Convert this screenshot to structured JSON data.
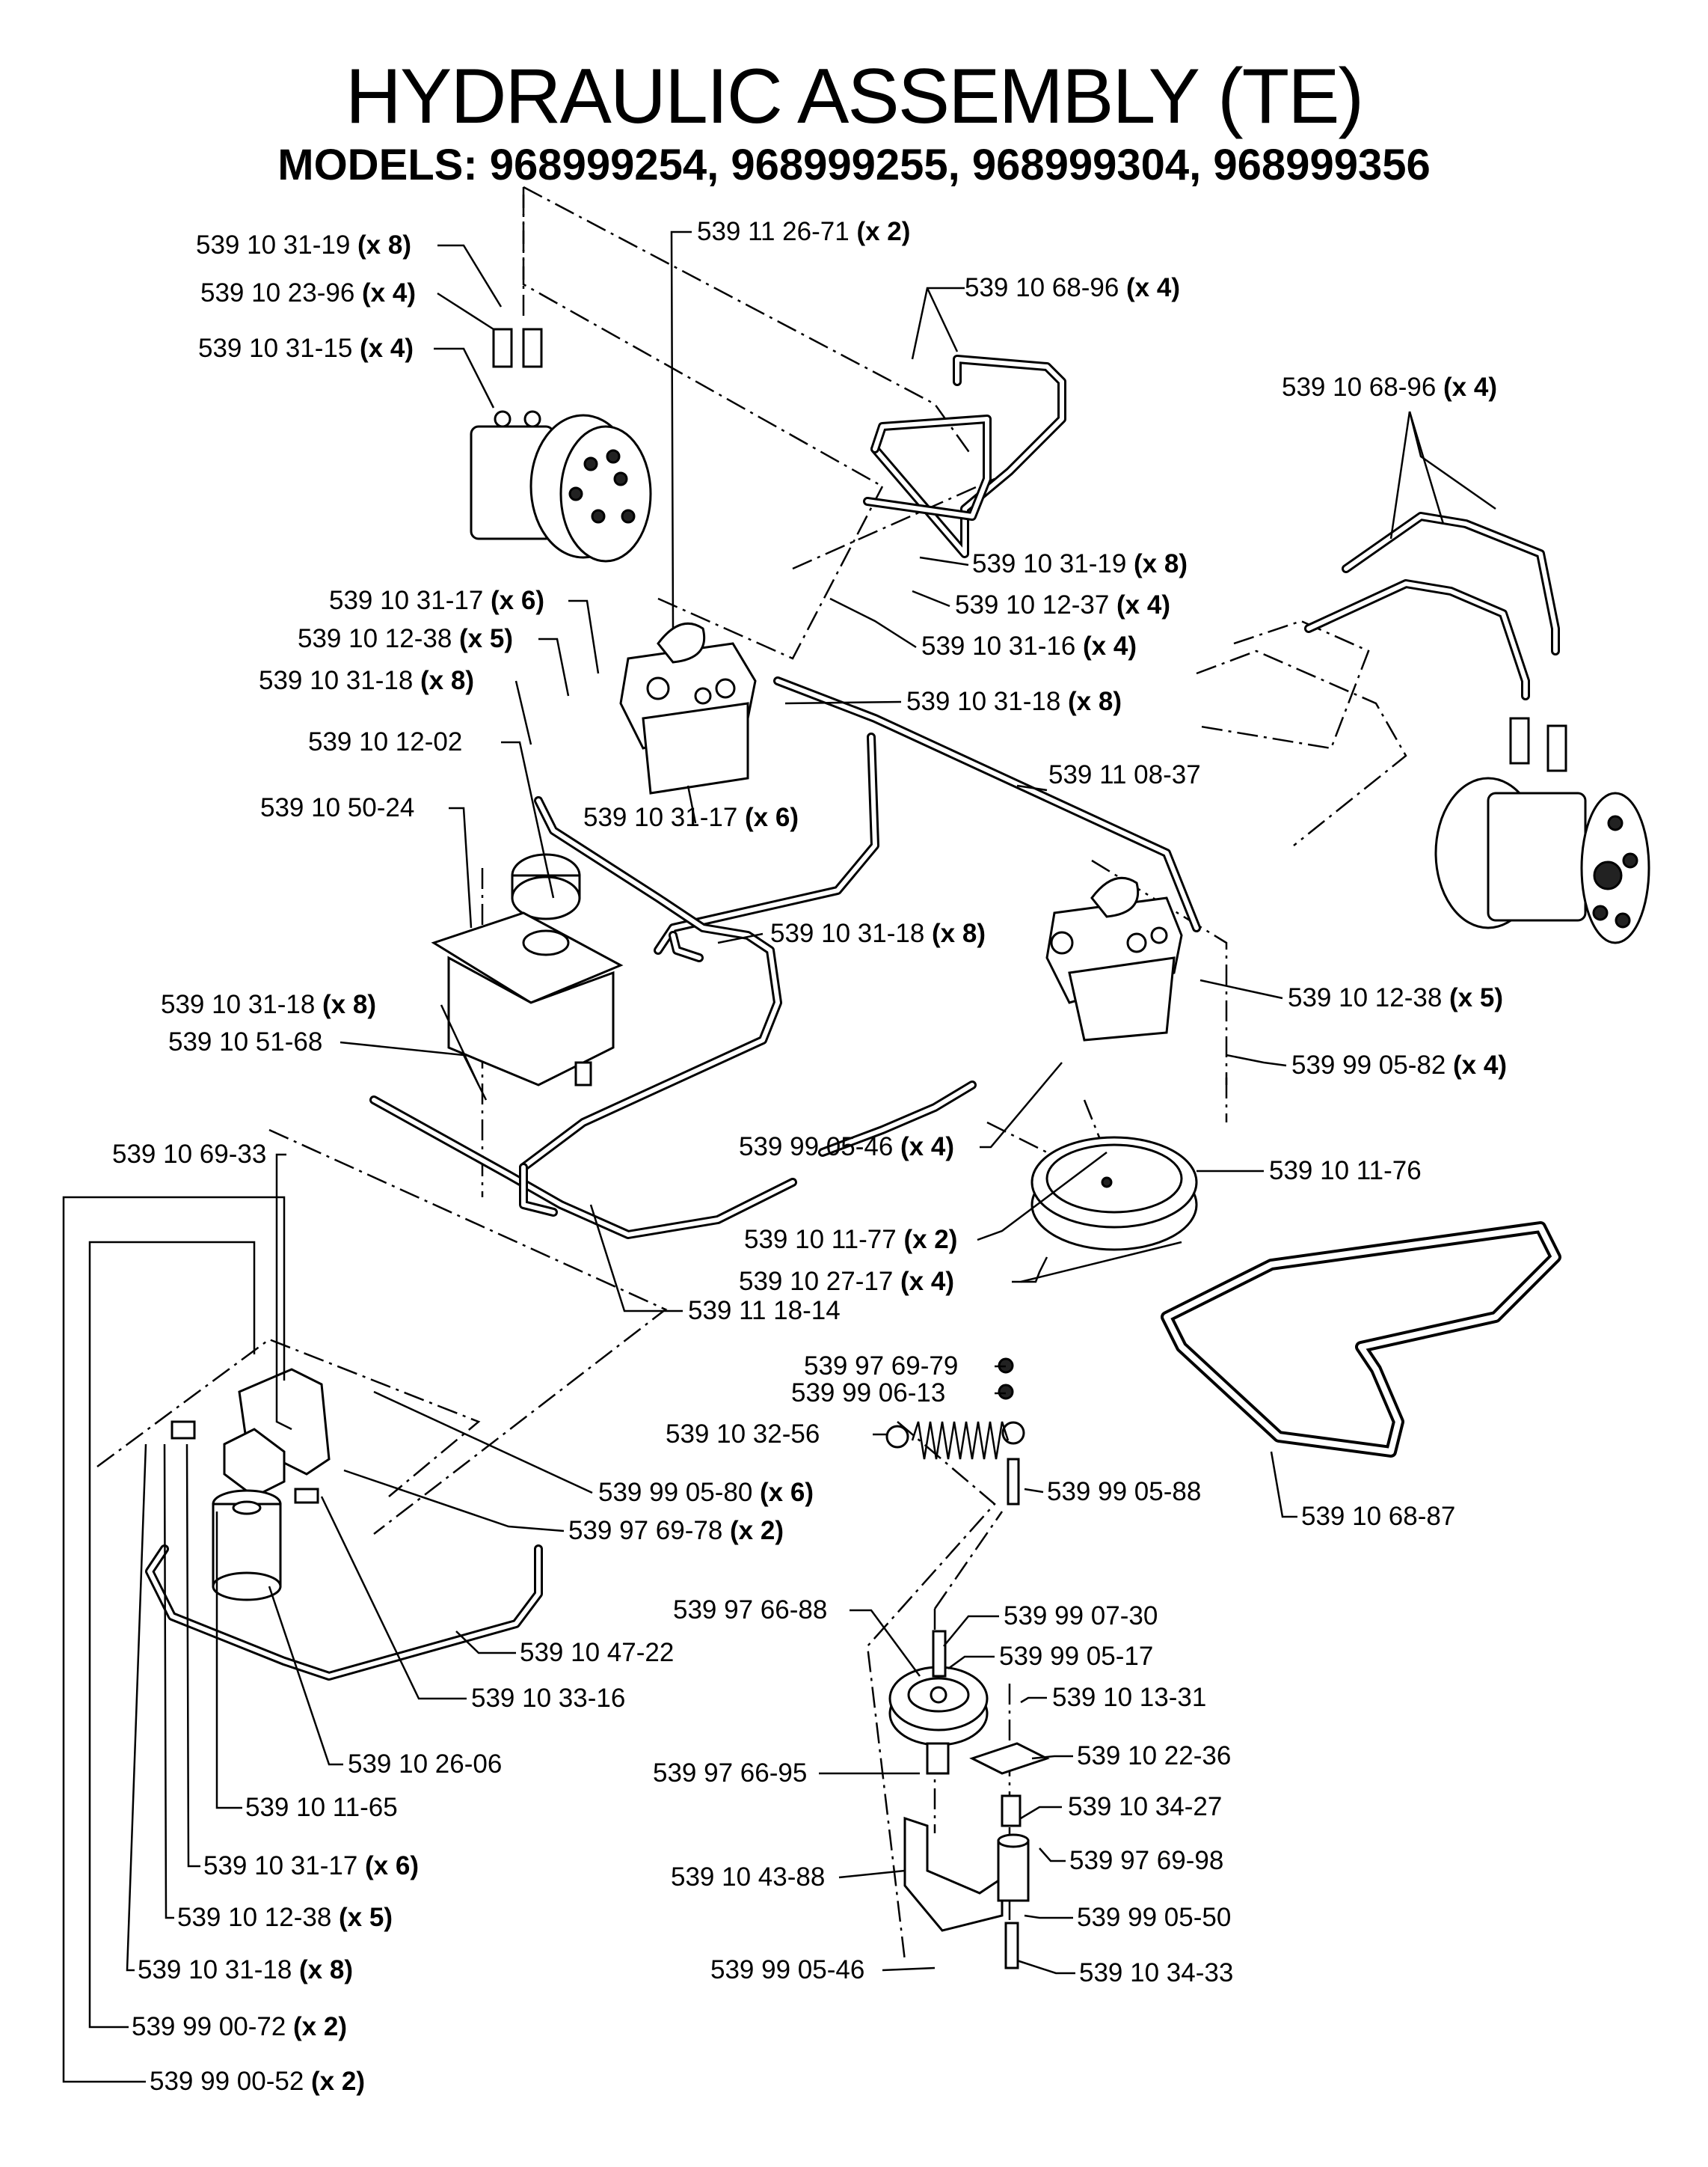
{
  "title": "HYDRAULIC ASSEMBLY (TE)",
  "subtitle": "MODELS: 968999254, 968999255, 968999304, 968999356",
  "labels": [
    {
      "id": "p1",
      "num": "539 10 31-19",
      "qty": "(x 8)"
    },
    {
      "id": "p2",
      "num": "539 10 23-96",
      "qty": "(x 4)"
    },
    {
      "id": "p3",
      "num": "539 10 31-15",
      "qty": "(x 4)"
    },
    {
      "id": "p4",
      "num": "539 11 26-71",
      "qty": "(x 2)"
    },
    {
      "id": "p5",
      "num": "539 10 68-96",
      "qty": "(x 4)"
    },
    {
      "id": "p6",
      "num": "539 10 68-96",
      "qty": "(x 4)"
    },
    {
      "id": "p7",
      "num": "539 10 31-19",
      "qty": "(x 8)"
    },
    {
      "id": "p8",
      "num": "539 10 12-37",
      "qty": "(x 4)"
    },
    {
      "id": "p9",
      "num": "539 10 31-17",
      "qty": "(x 6)"
    },
    {
      "id": "p10",
      "num": "539 10 31-16",
      "qty": "(x 4)"
    },
    {
      "id": "p11",
      "num": "539 10 12-38",
      "qty": "(x 5)"
    },
    {
      "id": "p12",
      "num": "539 10 31-18",
      "qty": "(x 8)"
    },
    {
      "id": "p13",
      "num": "539 10 31-18",
      "qty": "(x 8)"
    },
    {
      "id": "p14",
      "num": "539 10 12-02",
      "qty": ""
    },
    {
      "id": "p15",
      "num": "539 10 50-24",
      "qty": ""
    },
    {
      "id": "p16",
      "num": "539 10 31-17",
      "qty": "(x 6)"
    },
    {
      "id": "p17",
      "num": "539 11 08-37",
      "qty": ""
    },
    {
      "id": "p18",
      "num": "539 10 31-18",
      "qty": "(x 8)"
    },
    {
      "id": "p19",
      "num": "539 10 31-18",
      "qty": "(x 8)"
    },
    {
      "id": "p20",
      "num": "539 10 12-38",
      "qty": "(x 5)"
    },
    {
      "id": "p21",
      "num": "539 10 51-68",
      "qty": ""
    },
    {
      "id": "p22",
      "num": "539 99 05-82",
      "qty": "(x 4)"
    },
    {
      "id": "p23",
      "num": "539 99 05-46",
      "qty": "(x 4)"
    },
    {
      "id": "p24",
      "num": "539 10 69-33",
      "qty": ""
    },
    {
      "id": "p25",
      "num": "539 10 11-76",
      "qty": ""
    },
    {
      "id": "p26",
      "num": "539 10 11-77",
      "qty": "(x 2)"
    },
    {
      "id": "p27",
      "num": "539 10 27-17",
      "qty": "(x 4)"
    },
    {
      "id": "p28",
      "num": "539 11 18-14",
      "qty": ""
    },
    {
      "id": "p29",
      "num": "539 97 69-79",
      "qty": ""
    },
    {
      "id": "p30",
      "num": "539 99 06-13",
      "qty": ""
    },
    {
      "id": "p31",
      "num": "539 10 32-56",
      "qty": ""
    },
    {
      "id": "p32",
      "num": "539 99 05-88",
      "qty": ""
    },
    {
      "id": "p33",
      "num": "539 99 05-80",
      "qty": "(x 6)"
    },
    {
      "id": "p34",
      "num": "539 97 69-78",
      "qty": "(x 2)"
    },
    {
      "id": "p35",
      "num": "539 10 68-87",
      "qty": ""
    },
    {
      "id": "p36",
      "num": "539 97 66-88",
      "qty": ""
    },
    {
      "id": "p37",
      "num": "539 99 07-30",
      "qty": ""
    },
    {
      "id": "p38",
      "num": "539 99 05-17",
      "qty": ""
    },
    {
      "id": "p39",
      "num": "539 10 47-22",
      "qty": ""
    },
    {
      "id": "p40",
      "num": "539 10 13-31",
      "qty": ""
    },
    {
      "id": "p41",
      "num": "539 10 33-16",
      "qty": ""
    },
    {
      "id": "p42",
      "num": "539 10 22-36",
      "qty": ""
    },
    {
      "id": "p43",
      "num": "539 10 26-06",
      "qty": ""
    },
    {
      "id": "p44",
      "num": "539 97 66-95",
      "qty": ""
    },
    {
      "id": "p45",
      "num": "539 10 34-27",
      "qty": ""
    },
    {
      "id": "p46",
      "num": "539 10 11-65",
      "qty": ""
    },
    {
      "id": "p47",
      "num": "539 10 31-17",
      "qty": "(x 6)"
    },
    {
      "id": "p48",
      "num": "539 97 69-98",
      "qty": ""
    },
    {
      "id": "p49",
      "num": "539 10 43-88",
      "qty": ""
    },
    {
      "id": "p50",
      "num": "539 10 12-38",
      "qty": "(x 5)"
    },
    {
      "id": "p51",
      "num": "539 99 05-50",
      "qty": ""
    },
    {
      "id": "p52",
      "num": "539 10 31-18",
      "qty": "(x 8)"
    },
    {
      "id": "p53",
      "num": "539 99 05-46",
      "qty": ""
    },
    {
      "id": "p54",
      "num": "539 10 34-33",
      "qty": ""
    },
    {
      "id": "p55",
      "num": "539 99 00-72",
      "qty": "(x 2)"
    },
    {
      "id": "p56",
      "num": "539 99 00-52",
      "qty": "(x 2)"
    }
  ]
}
